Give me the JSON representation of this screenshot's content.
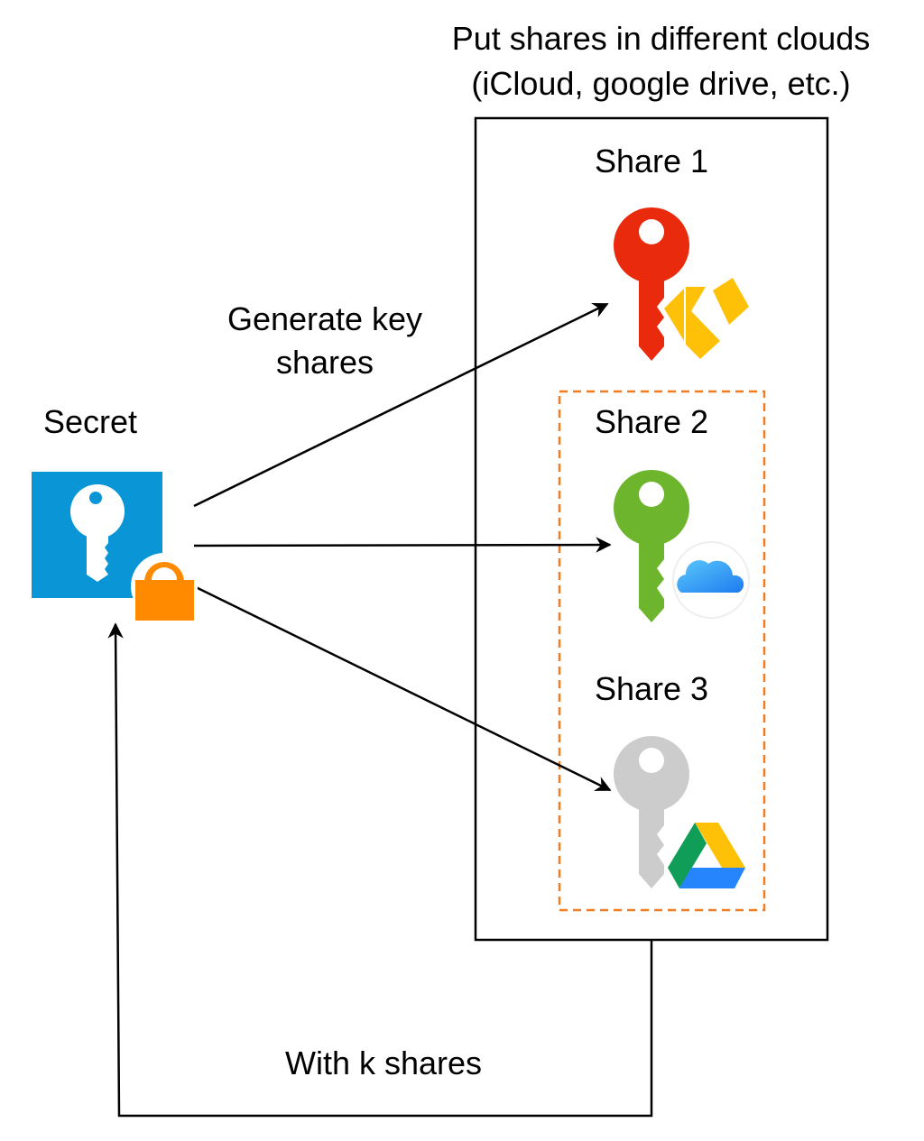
{
  "title": {
    "line1": "Put shares in different clouds",
    "line2": "(iCloud, google drive, etc.)"
  },
  "secret": {
    "label": "Secret",
    "colors": {
      "box": "#0A96D6",
      "lock": "#FF8A00"
    }
  },
  "generate_label": {
    "line1": "Generate key",
    "line2": "shares"
  },
  "shares": [
    {
      "label": "Share 1",
      "key_color": "#EA2A0C",
      "badge": "keychain-icon",
      "badge_color": "#FFC107"
    },
    {
      "label": "Share 2",
      "key_color": "#6CB52C",
      "badge": "icloud-icon",
      "badge_color": "#1E9BF0"
    },
    {
      "label": "Share 3",
      "key_color": "#CCCCCC",
      "badge": "google-drive-icon"
    }
  ],
  "return_label": "With k shares",
  "threshold_group": {
    "border_color": "#F47C20"
  }
}
